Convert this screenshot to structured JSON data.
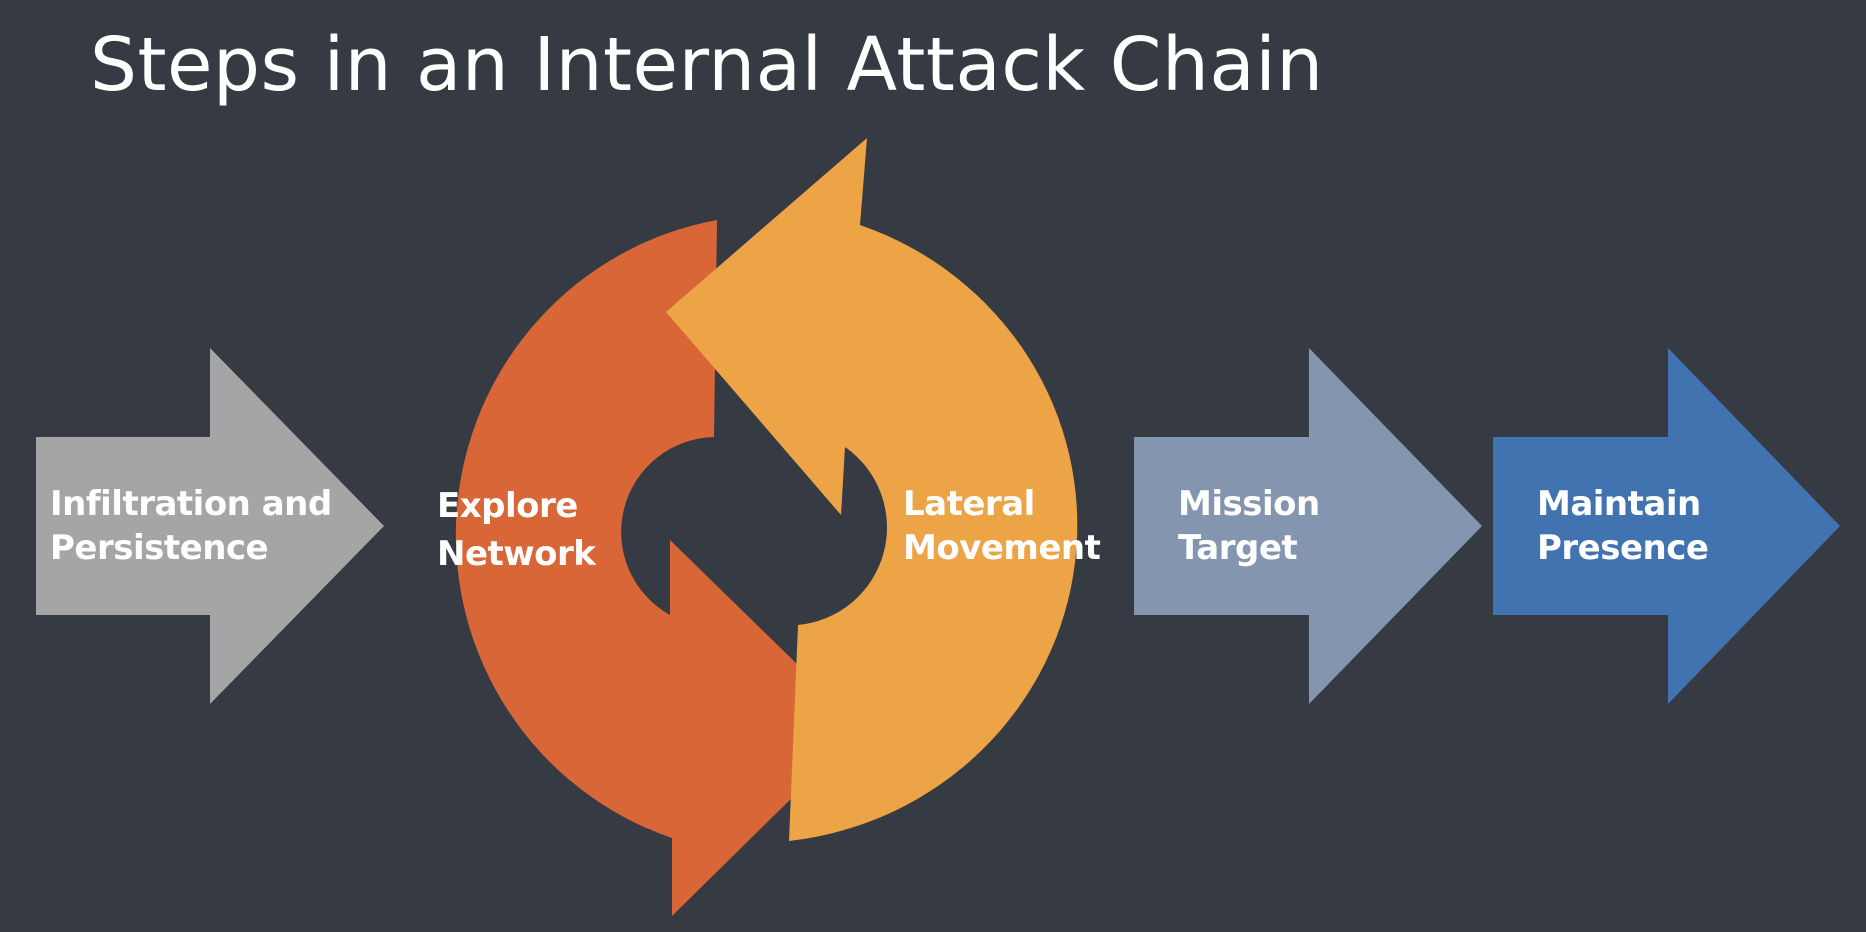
{
  "title": "Steps in an Internal Attack Chain",
  "colors": {
    "background": "#353a43",
    "infiltration": "#a5a5a5",
    "explore": "#d96637",
    "lateral": "#eda446",
    "mission": "#8496af",
    "maintain": "#4173b0",
    "text": "#ffffff"
  },
  "steps": [
    {
      "id": "infiltration",
      "lines": [
        "Infiltration and",
        "Persistence"
      ]
    },
    {
      "id": "explore",
      "lines": [
        "Explore",
        "Network"
      ]
    },
    {
      "id": "lateral",
      "lines": [
        "Lateral",
        "Movement"
      ]
    },
    {
      "id": "mission",
      "lines": [
        "Mission",
        "Target"
      ]
    },
    {
      "id": "maintain",
      "lines": [
        "Maintain",
        "Presence"
      ]
    }
  ]
}
